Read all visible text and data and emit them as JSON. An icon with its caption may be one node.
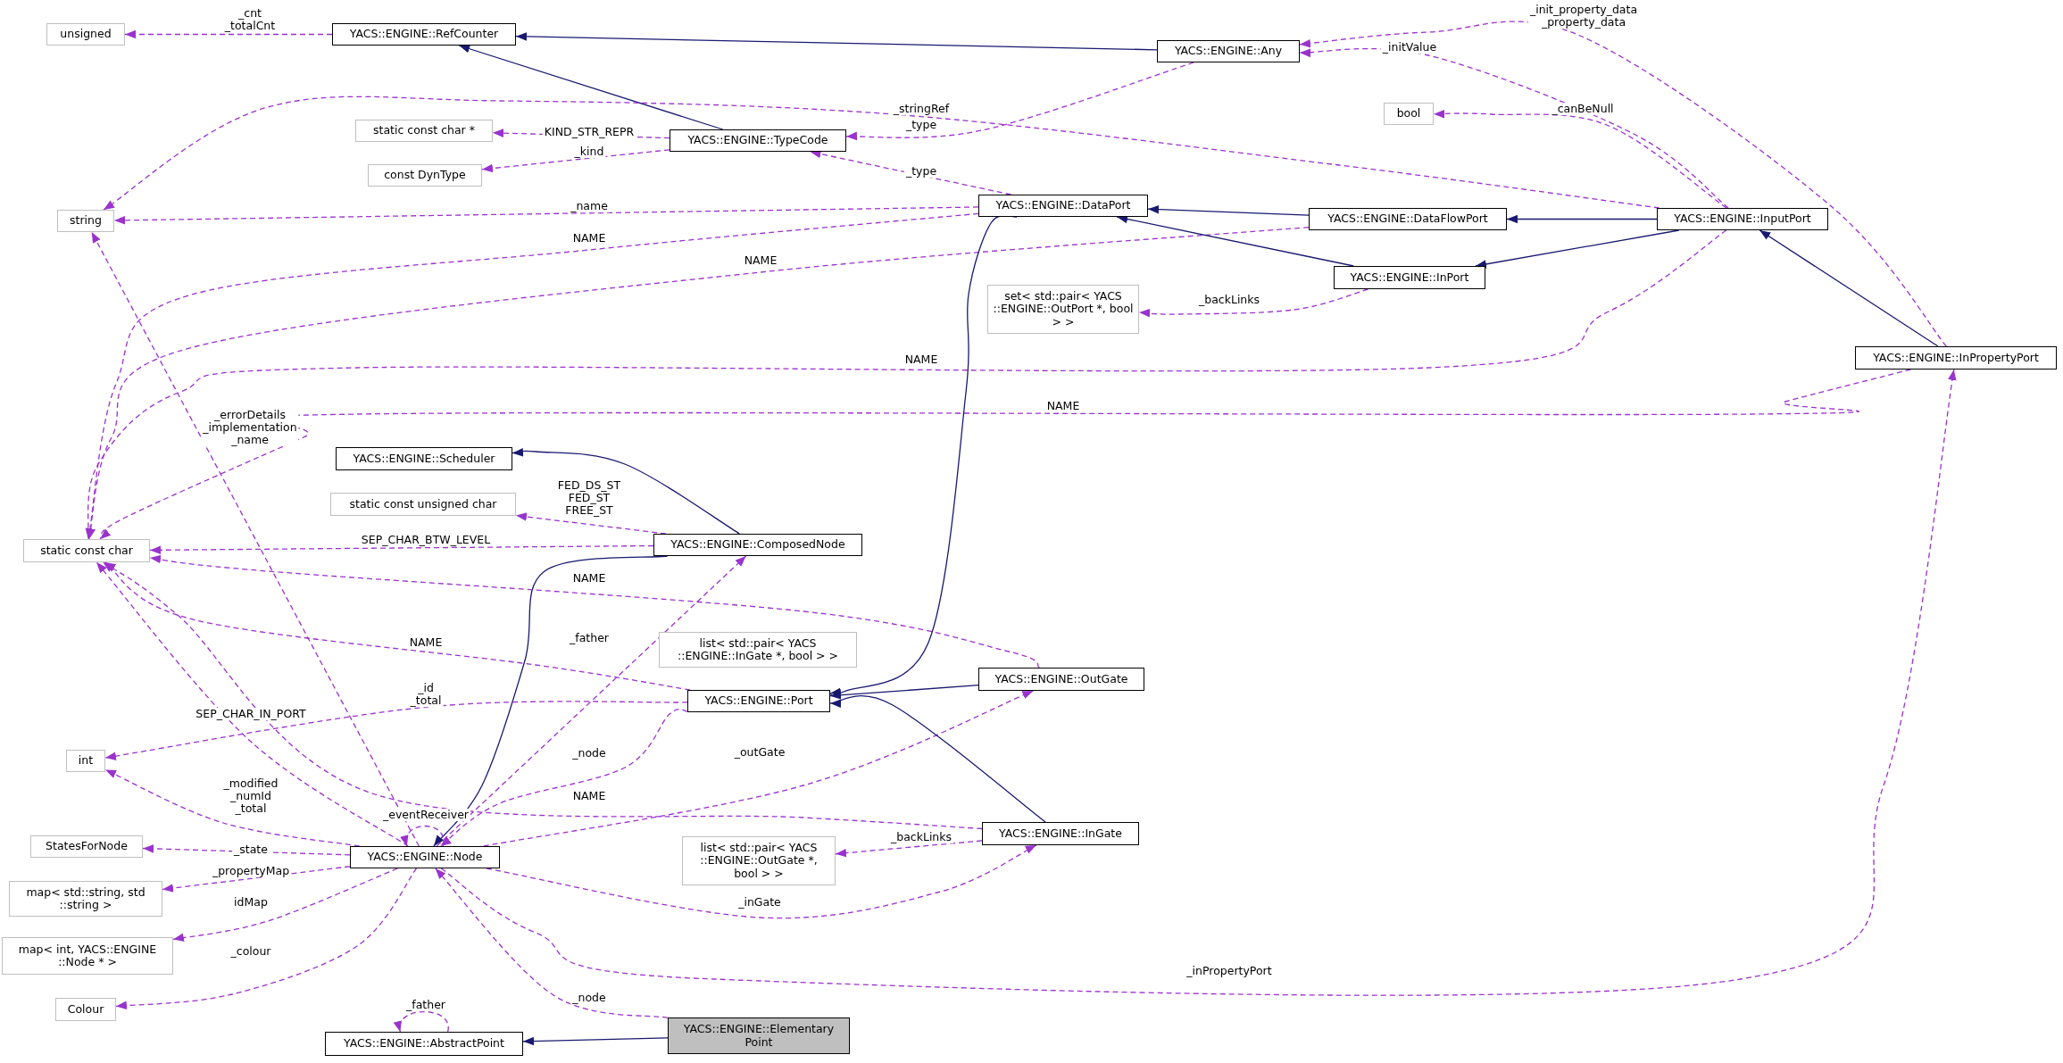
{
  "diagram": {
    "nodes": [
      {
        "text": [
          "unsigned"
        ]
      },
      {
        "text": [
          "YACS::ENGINE::RefCounter"
        ]
      },
      {
        "text": [
          "YACS::ENGINE::Any"
        ]
      },
      {
        "text": [
          "static const char *"
        ]
      },
      {
        "text": [
          "YACS::ENGINE::TypeCode"
        ]
      },
      {
        "text": [
          "const DynType"
        ]
      },
      {
        "text": [
          "bool"
        ]
      },
      {
        "text": [
          "string"
        ]
      },
      {
        "text": [
          "YACS::ENGINE::DataPort"
        ]
      },
      {
        "text": [
          "YACS::ENGINE::DataFlowPort"
        ]
      },
      {
        "text": [
          "YACS::ENGINE::InputPort"
        ]
      },
      {
        "text": [
          "set< std::pair< YACS ::ENGINE::OutPort *, bool > >"
        ]
      },
      {
        "text": [
          "YACS::ENGINE::InPort"
        ]
      },
      {
        "text": [
          "YACS::ENGINE::InPropertyPort"
        ]
      },
      {
        "text": [
          "YACS::ENGINE::Scheduler"
        ]
      },
      {
        "text": [
          "static const unsigned char"
        ]
      },
      {
        "text": [
          "static const char"
        ]
      },
      {
        "text": [
          "YACS::ENGINE::ComposedNode"
        ]
      },
      {
        "text": [
          "list< std::pair< YACS ::ENGINE::InGate *, bool > >"
        ]
      },
      {
        "text": [
          "YACS::ENGINE::OutGate"
        ]
      },
      {
        "text": [
          "YACS::ENGINE::Port"
        ]
      },
      {
        "text": [
          "int"
        ]
      },
      {
        "text": [
          "YACS::ENGINE::InGate"
        ]
      },
      {
        "text": [
          "StatesForNode"
        ]
      },
      {
        "text": [
          "YACS::ENGINE::Node"
        ]
      },
      {
        "text": [
          "list< std::pair< YACS ::ENGINE::OutGate *, bool > >"
        ]
      },
      {
        "text": [
          "map< std::string, std ::string >"
        ]
      },
      {
        "text": [
          "map< int, YACS::ENGINE ::Node * >"
        ]
      },
      {
        "text": [
          "Colour"
        ]
      },
      {
        "text": [
          "YACS::ENGINE::AbstractPoint"
        ]
      },
      {
        "text": [
          "YACS::ENGINE::Elementary Point"
        ]
      }
    ],
    "edges": [
      {
        "from": 2,
        "to": 1,
        "arrow": "to",
        "color": "#191970"
      },
      {
        "from": 4,
        "to": 1,
        "arrow": "to",
        "color": "#191970"
      },
      {
        "from": 1,
        "to": 0,
        "arrow": "to",
        "style": "dashed",
        "label": "_cnt _totalCnt"
      },
      {
        "from": 2,
        "to": 4,
        "arrow": "to",
        "style": "dashed",
        "label": "_type"
      },
      {
        "from": 10,
        "to": 7,
        "arrow": "to",
        "style": "dashed",
        "label": "_stringRef"
      },
      {
        "from": 4,
        "to": 3,
        "arrow": "to",
        "style": "dashed",
        "label": "KIND_STR_REPR"
      },
      {
        "from": 4,
        "to": 5,
        "arrow": "to",
        "style": "dashed",
        "label": "_kind"
      },
      {
        "from": 8,
        "to": 4,
        "arrow": "to",
        "style": "dashed",
        "label": "_type"
      },
      {
        "from": 8,
        "to": 7,
        "arrow": "to",
        "style": "dashed",
        "label": "_name"
      },
      {
        "from": 8,
        "to": 16,
        "arrow": "to",
        "style": "dashed",
        "label": "NAME"
      },
      {
        "from": 9,
        "to": 16,
        "arrow": "to",
        "style": "dashed",
        "label": "NAME"
      },
      {
        "from": 10,
        "to": 2,
        "arrow": "to",
        "style": "dashed",
        "label": "_initValue"
      },
      {
        "from": 13,
        "to": 2,
        "arrow": "to",
        "style": "dashed",
        "label": "_init_property_data _property_data"
      },
      {
        "from": 10,
        "to": 6,
        "arrow": "to",
        "style": "dashed",
        "label": "_canBeNull"
      },
      {
        "from": 12,
        "to": 11,
        "arrow": "to",
        "style": "dashed",
        "label": "_backLinks"
      },
      {
        "from": 10,
        "to": 16,
        "arrow": "to",
        "style": "dashed",
        "label": "NAME"
      },
      {
        "from": 13,
        "to": 16,
        "arrow": "to",
        "style": "dashed",
        "label": "NAME"
      },
      {
        "from": 24,
        "to": 7,
        "arrow": "to",
        "style": "dashed",
        "label": "_errorDetails _implementation _name"
      },
      {
        "from": 17,
        "to": 15,
        "arrow": "to",
        "style": "dashed",
        "label": "FED_DS_ST FED_ST FREE_ST"
      },
      {
        "from": 17,
        "to": 14,
        "arrow": "to",
        "color": "#191970"
      },
      {
        "from": 17,
        "to": 16,
        "arrow": "to",
        "style": "dashed",
        "label": "SEP_CHAR_BTW_LEVEL"
      },
      {
        "from": 17,
        "to": 24,
        "arrow": "to",
        "color": "#191970"
      },
      {
        "from": 19,
        "to": 16,
        "arrow": "to",
        "style": "dashed",
        "label": "NAME"
      },
      {
        "from": 24,
        "to": 17,
        "arrow": "to",
        "style": "dashed",
        "label": "_father"
      },
      {
        "from": 20,
        "to": 16,
        "arrow": "to",
        "style": "dashed",
        "label": "NAME"
      },
      {
        "from": 20,
        "to": 21,
        "arrow": "to",
        "style": "dashed",
        "label": "_id _total"
      },
      {
        "from": 24,
        "to": 16,
        "arrow": "to",
        "style": "dashed",
        "label": "SEP_CHAR_IN_PORT"
      },
      {
        "from": 20,
        "to": 24,
        "arrow": "to",
        "style": "dashed",
        "label": "_node"
      },
      {
        "from": 24,
        "to": 19,
        "arrow": "to",
        "style": "dashed",
        "label": "_outGate"
      },
      {
        "from": 24,
        "to": 21,
        "arrow": "to",
        "style": "dashed",
        "label": "_modified _numId _total"
      },
      {
        "from": 22,
        "to": 16,
        "arrow": "to",
        "style": "dashed",
        "label": "NAME"
      },
      {
        "from": 24,
        "to": 24,
        "arrow": "to",
        "style": "dashed",
        "label": "_eventReceiver"
      },
      {
        "from": 22,
        "to": 25,
        "arrow": "to",
        "style": "dashed",
        "label": "_backLinks"
      },
      {
        "from": 24,
        "to": 23,
        "arrow": "to",
        "style": "dashed",
        "label": "_state"
      },
      {
        "from": 24,
        "to": 26,
        "arrow": "to",
        "style": "dashed",
        "label": "_propertyMap"
      },
      {
        "from": 24,
        "to": 22,
        "arrow": "to",
        "style": "dashed",
        "label": "_inGate"
      },
      {
        "from": 24,
        "to": 27,
        "arrow": "to",
        "style": "dashed",
        "label": "idMap"
      },
      {
        "from": 24,
        "to": 28,
        "arrow": "to",
        "style": "dashed",
        "label": "_colour"
      },
      {
        "from": 24,
        "to": 13,
        "arrow": "to",
        "style": "dashed",
        "label": "_inPropertyPort"
      },
      {
        "from": 30,
        "to": 24,
        "arrow": "to",
        "style": "dashed",
        "label": "_node"
      },
      {
        "from": 30,
        "to": 29,
        "arrow": "to",
        "color": "#191970"
      },
      {
        "from": 29,
        "to": 29,
        "arrow": "to",
        "style": "dashed",
        "label": "_father"
      },
      {
        "from": 9,
        "to": 8,
        "arrow": "to",
        "color": "#191970"
      },
      {
        "from": 12,
        "to": 8,
        "arrow": "to",
        "color": "#191970"
      },
      {
        "from": 10,
        "to": 9,
        "arrow": "to",
        "color": "#191970"
      },
      {
        "from": 10,
        "to": 12,
        "arrow": "to",
        "color": "#191970"
      },
      {
        "from": 13,
        "to": 10,
        "arrow": "to",
        "color": "#191970"
      },
      {
        "from": 8,
        "to": 20,
        "arrow": "to",
        "color": "#191970"
      },
      {
        "from": 19,
        "to": 20,
        "arrow": "to",
        "color": "#191970"
      },
      {
        "from": 22,
        "to": 20,
        "arrow": "to",
        "color": "#191970"
      }
    ]
  }
}
